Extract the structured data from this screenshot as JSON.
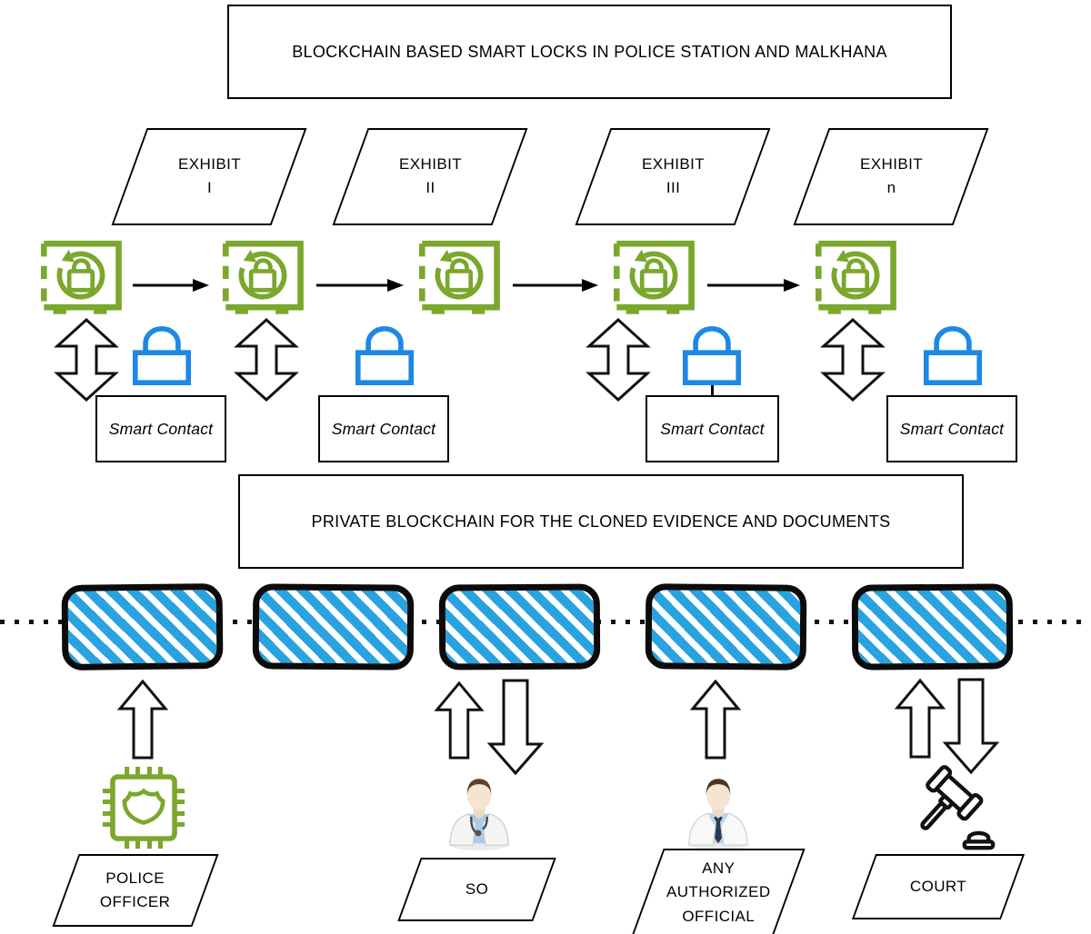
{
  "colors": {
    "green": "#7AA72C",
    "lock_blue": "#1E88E5",
    "block_blue": "#29A3E0",
    "ink": "#000000"
  },
  "top_banner": {
    "text": "BLOCKCHAIN BASED SMART LOCKS IN POLICE STATION AND MALKHANA"
  },
  "mid_banner": {
    "text": "PRIVATE BLOCKCHAIN FOR THE CLONED EVIDENCE AND DOCUMENTS"
  },
  "exhibits": [
    {
      "name": "EXHIBIT",
      "number": "I"
    },
    {
      "name": "EXHIBIT",
      "number": "II"
    },
    {
      "name": "EXHIBIT",
      "number": "III"
    },
    {
      "name": "EXHIBIT",
      "number": "n"
    }
  ],
  "smart_contracts": {
    "labels": [
      "Smart Contact",
      "Smart Contact",
      "Smart Contact",
      "Smart Contact"
    ]
  },
  "actors": {
    "police": {
      "lines": [
        "POLICE",
        "OFFICER"
      ]
    },
    "so": {
      "lines": [
        "SO"
      ]
    },
    "official": {
      "lines": [
        "ANY",
        "AUTHORIZED",
        "OFFICIAL"
      ]
    },
    "court": {
      "lines": [
        "COURT"
      ]
    }
  },
  "icon_names": {
    "safe": "rotating-lock-safe-icon",
    "padlock": "padlock-icon",
    "double_arrow": "up-down-arrow",
    "chip": "chip-shield-icon",
    "doctor": "doctor-avatar",
    "official": "official-avatar",
    "gavel": "gavel-icon"
  }
}
